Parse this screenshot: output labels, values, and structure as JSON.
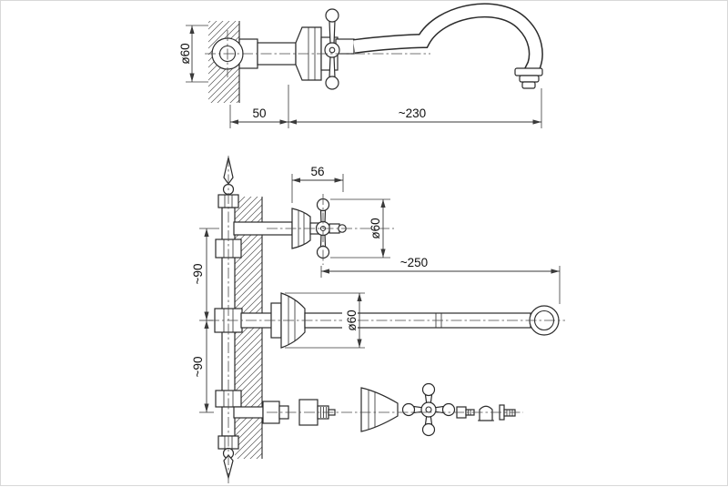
{
  "page": {
    "title": "Faucet installation technical drawing",
    "line_color": "#2b2b2b",
    "background": "#ffffff"
  },
  "top_view": {
    "name": "side-view-wall-mounted-spout",
    "dims": {
      "flange_diameter": "ø60",
      "wall_offset": "50",
      "spout_reach": "~230"
    }
  },
  "front_view": {
    "name": "section-view-with-exploded-parts",
    "dims": {
      "handle_width": "56",
      "handle_diameter": "ø60",
      "spout_length": "~250",
      "escutcheon_diameter": "ø60",
      "upper_pipe_spacing": "~90",
      "lower_pipe_spacing": "~90"
    }
  }
}
